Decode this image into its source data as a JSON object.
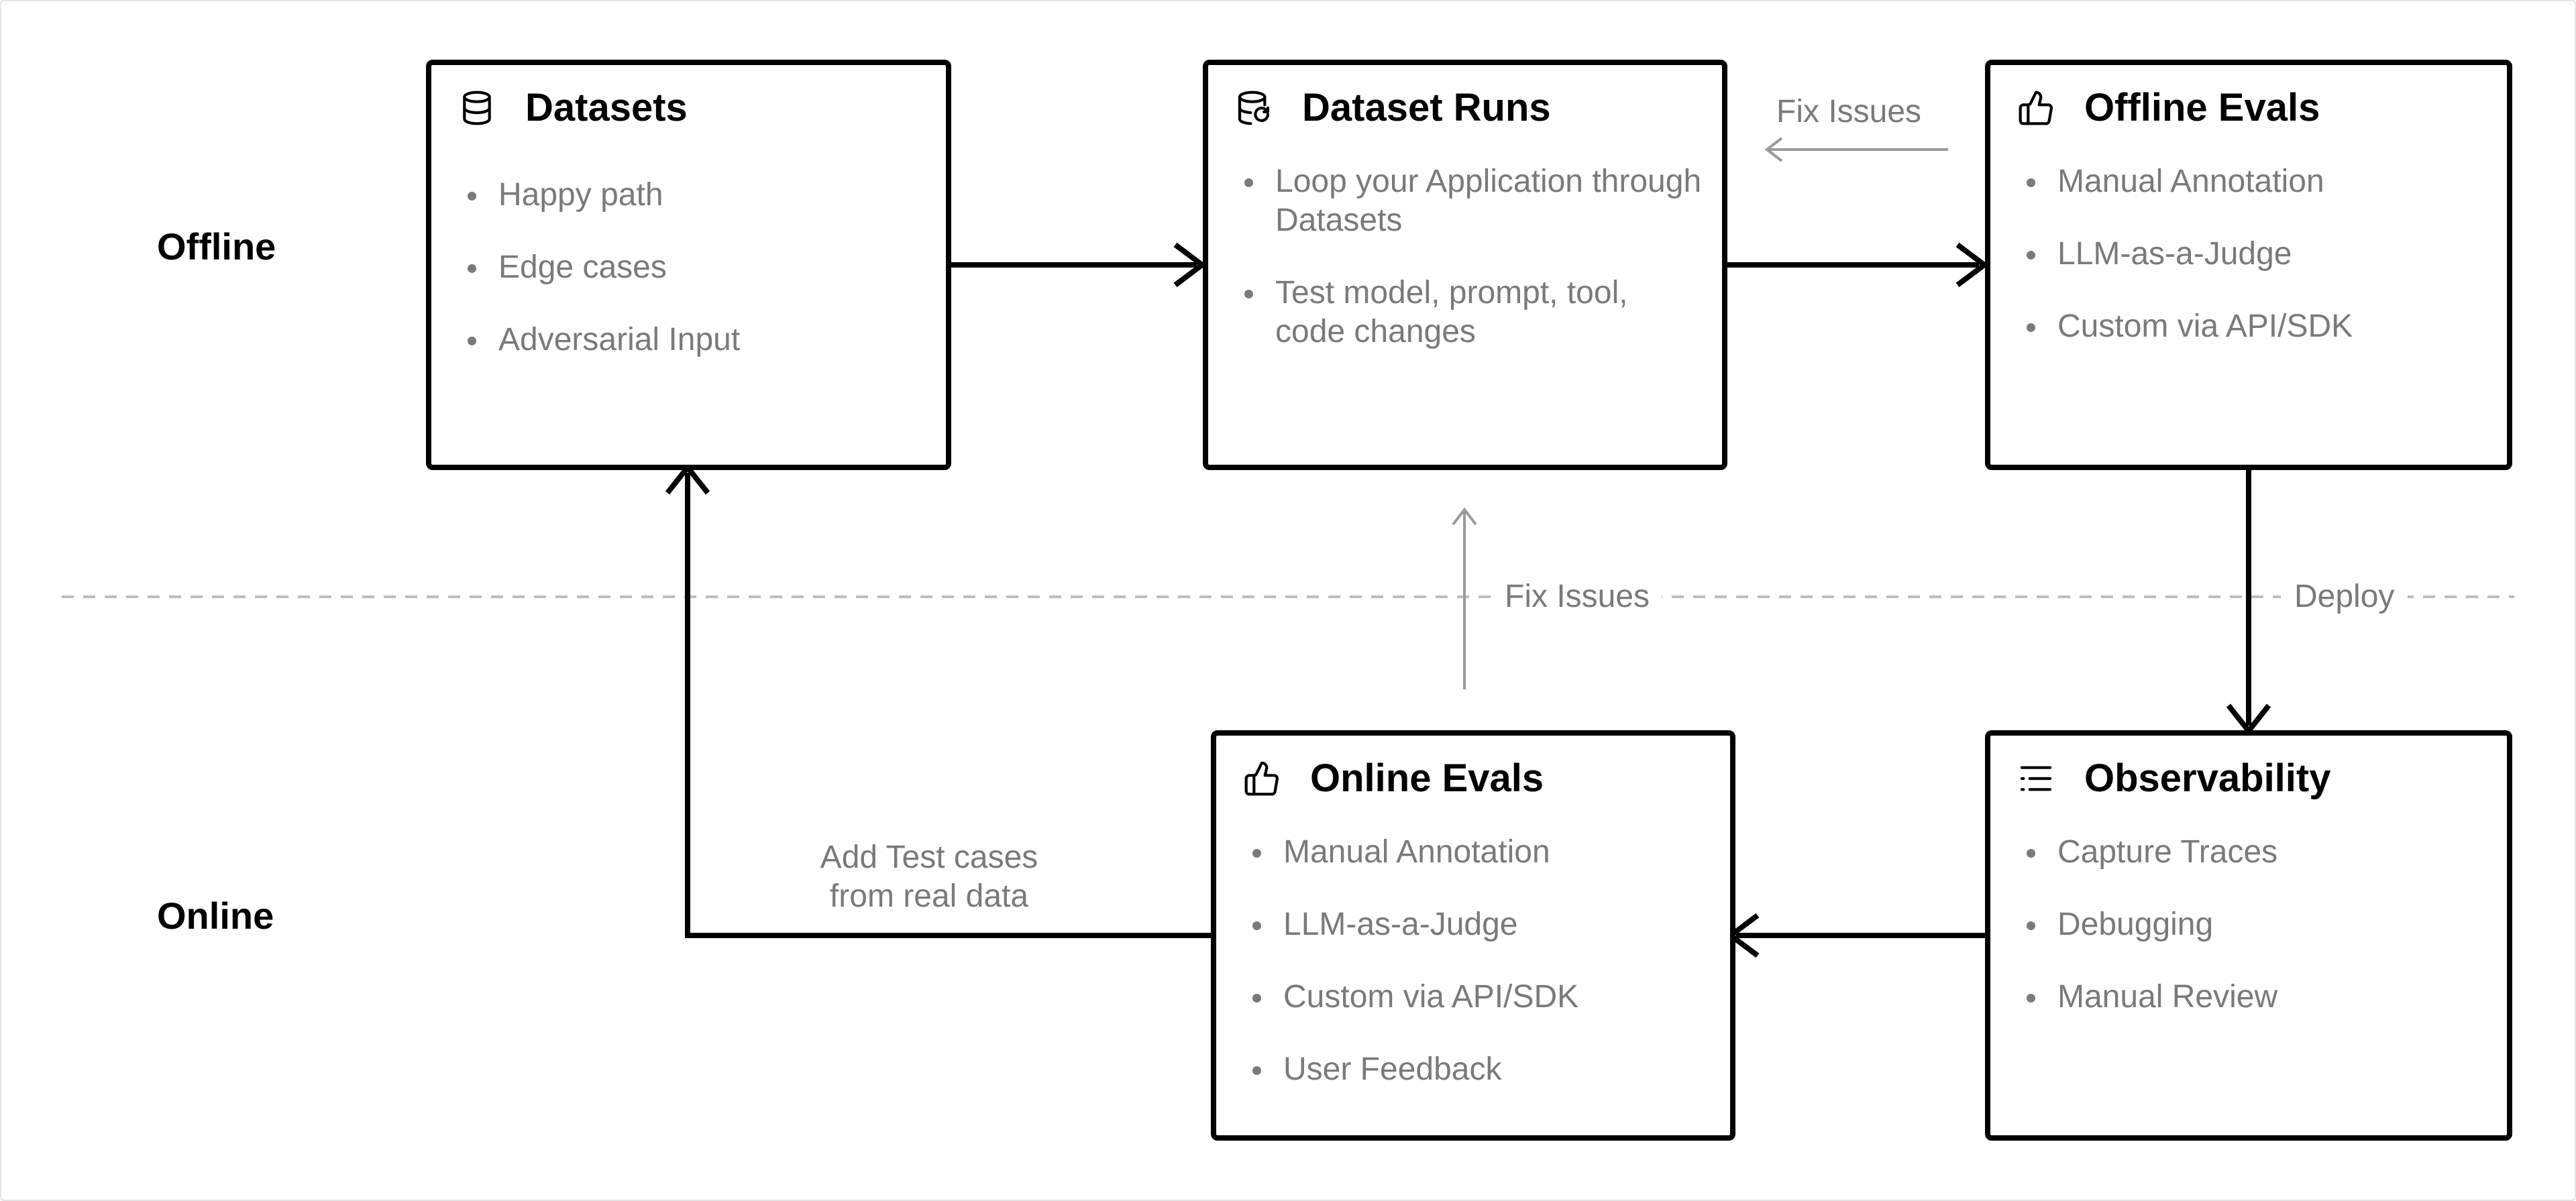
{
  "sections": {
    "offline": "Offline",
    "online": "Online"
  },
  "boxes": {
    "datasets": {
      "title": "Datasets",
      "icon": "database-icon",
      "items": [
        "Happy path",
        "Edge cases",
        "Adversarial Input"
      ]
    },
    "dataset_runs": {
      "title": "Dataset Runs",
      "icon": "database-refresh-icon",
      "items": [
        "Loop your Application through Datasets",
        "Test model, prompt, tool, code changes"
      ]
    },
    "offline_evals": {
      "title": "Offline Evals",
      "icon": "thumbs-up-icon",
      "items": [
        "Manual Annotation",
        "LLM-as-a-Judge",
        "Custom via API/SDK"
      ]
    },
    "online_evals": {
      "title": "Online Evals",
      "icon": "thumbs-up-icon",
      "items": [
        "Manual Annotation",
        "LLM-as-a-Judge",
        "Custom via API/SDK",
        "User Feedback"
      ]
    },
    "observability": {
      "title": "Observability",
      "icon": "list-indent-icon",
      "items": [
        "Capture Traces",
        "Debugging",
        "Manual Review"
      ]
    }
  },
  "edges": {
    "fix_issues_top": "Fix Issues",
    "fix_issues_middle": "Fix Issues",
    "deploy": "Deploy",
    "add_test_cases_line1": "Add Test cases",
    "add_test_cases_line2": "from real data"
  },
  "colors": {
    "box_border": "#000000",
    "muted_text": "#7a7a7a",
    "divider": "#bdbdbd",
    "secondary_arrow": "#9a9a9a"
  }
}
